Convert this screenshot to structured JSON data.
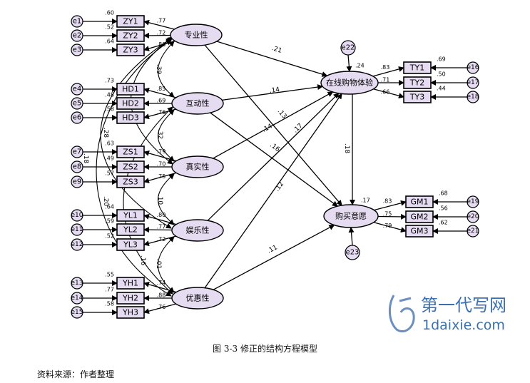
{
  "figure": {
    "caption": "图 3-3  修正的结构方程模型",
    "source": "资料来源：作者整理"
  },
  "watermark": {
    "line1": "第一代写网",
    "line2": "1daixie.com",
    "color": "#3a6fb0"
  },
  "colors": {
    "latent_fill": "#e6dcf2",
    "observed_fill": "#e6dcf2",
    "stroke": "#000000"
  },
  "diagram": {
    "latents": [
      {
        "id": "zy",
        "label": "专业性"
      },
      {
        "id": "hd",
        "label": "互动性"
      },
      {
        "id": "zs",
        "label": "真实性"
      },
      {
        "id": "yl",
        "label": "娱乐性"
      },
      {
        "id": "yh",
        "label": "优惠性"
      },
      {
        "id": "ty",
        "label": "在线购物体验"
      },
      {
        "id": "gm",
        "label": "购买意愿"
      }
    ],
    "observed": [
      {
        "id": "ZY1",
        "label": "ZY1",
        "r2": ".60",
        "err": "e1"
      },
      {
        "id": "ZY2",
        "label": "ZY2",
        "r2": ".52",
        "err": "e2"
      },
      {
        "id": "ZY3",
        "label": "ZY3",
        "r2": ".64",
        "err": "e3"
      },
      {
        "id": "HD1",
        "label": "HD1",
        "r2": ".73",
        "err": "e4"
      },
      {
        "id": "HD2",
        "label": "HD2",
        "r2": ".48",
        "err": "e5"
      },
      {
        "id": "HD3",
        "label": "HD3",
        "r2": ".58",
        "err": "e6"
      },
      {
        "id": "ZS1",
        "label": "ZS1",
        "r2": ".63",
        "err": "e7"
      },
      {
        "id": "ZS2",
        "label": "ZS2",
        "r2": ".49",
        "err": "e8"
      },
      {
        "id": "ZS3",
        "label": "ZS3",
        "r2": ".57",
        "err": "e9"
      },
      {
        "id": "YL1",
        "label": "YL1",
        "r2": ".64",
        "err": "e10"
      },
      {
        "id": "YL2",
        "label": "YL2",
        "r2": ".59",
        "err": "e11"
      },
      {
        "id": "YL3",
        "label": "YL3",
        "r2": ".52",
        "err": "e12"
      },
      {
        "id": "YH1",
        "label": "YH1",
        "r2": ".55",
        "err": "e13"
      },
      {
        "id": "YH2",
        "label": "YH2",
        "r2": ".77",
        "err": "e14"
      },
      {
        "id": "YH3",
        "label": "YH3",
        "r2": ".58",
        "err": "e15"
      },
      {
        "id": "TY1",
        "label": "TY1",
        "r2": ".69",
        "err": "e16"
      },
      {
        "id": "TY2",
        "label": "TY2",
        "r2": ".50",
        "err": "e17"
      },
      {
        "id": "TY3",
        "label": "TY3",
        "r2": ".44",
        "err": "e18"
      },
      {
        "id": "GM1",
        "label": "GM1",
        "r2": ".68",
        "err": "e19"
      },
      {
        "id": "GM2",
        "label": "GM2",
        "r2": ".56",
        "err": "e20"
      },
      {
        "id": "GM3",
        "label": "GM3",
        "r2": ".62",
        "err": "e21"
      }
    ],
    "disturbances": [
      {
        "id": "e22",
        "label": "e22",
        "r2": ".24"
      },
      {
        "id": "e23",
        "label": "e23",
        "r2": ".17"
      }
    ],
    "loadings": [
      {
        "from": "zy",
        "to": "ZY1",
        "value": ".77"
      },
      {
        "from": "zy",
        "to": "ZY2",
        "value": ".72"
      },
      {
        "from": "zy",
        "to": "ZY3",
        "value": ".80"
      },
      {
        "from": "hd",
        "to": "HD1",
        "value": ".85"
      },
      {
        "from": "hd",
        "to": "HD2",
        "value": ".69"
      },
      {
        "from": "hd",
        "to": "HD3",
        "value": ".76"
      },
      {
        "from": "zs",
        "to": "ZS1",
        "value": ".79"
      },
      {
        "from": "zs",
        "to": "ZS2",
        "value": ".70"
      },
      {
        "from": "zs",
        "to": "ZS3",
        "value": ".75"
      },
      {
        "from": "yl",
        "to": "YL1",
        "value": ".80"
      },
      {
        "from": "yl",
        "to": "YL2",
        "value": ".77"
      },
      {
        "from": "yl",
        "to": "YL3",
        "value": ".72"
      },
      {
        "from": "yh",
        "to": "YH1",
        "value": ".74"
      },
      {
        "from": "yh",
        "to": "YH2",
        "value": ".88"
      },
      {
        "from": "yh",
        "to": "YH3",
        "value": ".76"
      },
      {
        "from": "ty",
        "to": "TY1",
        "value": ".83"
      },
      {
        "from": "ty",
        "to": "TY2",
        "value": ".71"
      },
      {
        "from": "ty",
        "to": "TY3",
        "value": ".66"
      },
      {
        "from": "gm",
        "to": "GM1",
        "value": ".83"
      },
      {
        "from": "gm",
        "to": "GM2",
        "value": ".75"
      },
      {
        "from": "gm",
        "to": "GM3",
        "value": ".79"
      }
    ],
    "paths": [
      {
        "from": "zy",
        "to": "ty",
        "value": ".21"
      },
      {
        "from": "zy",
        "to": "gm",
        "value": ".13"
      },
      {
        "from": "hd",
        "to": "ty",
        "value": ".14"
      },
      {
        "from": "hd",
        "to": "gm",
        "value": ".16"
      },
      {
        "from": "zs",
        "to": "ty",
        "value": ".14"
      },
      {
        "from": "yl",
        "to": "ty",
        "value": ".17"
      },
      {
        "from": "yh",
        "to": "ty",
        "value": ".12"
      },
      {
        "from": "yh",
        "to": "gm",
        "value": ".11"
      },
      {
        "from": "ty",
        "to": "gm",
        "value": ".18"
      }
    ],
    "correlations": [
      {
        "pair": "zy-hd",
        "value": ".39"
      },
      {
        "pair": "hd-zs",
        "value": ".32"
      },
      {
        "pair": "zs-yl",
        "value": ".10"
      },
      {
        "pair": "yl-yh",
        "value": ".01"
      },
      {
        "pair": "zy-zs",
        "value": ".28"
      },
      {
        "pair": "zy-yl",
        "value": ".18"
      },
      {
        "pair": "zy-yh",
        "value": ".20"
      },
      {
        "pair": "hd-yh",
        "value": ".16"
      }
    ]
  }
}
